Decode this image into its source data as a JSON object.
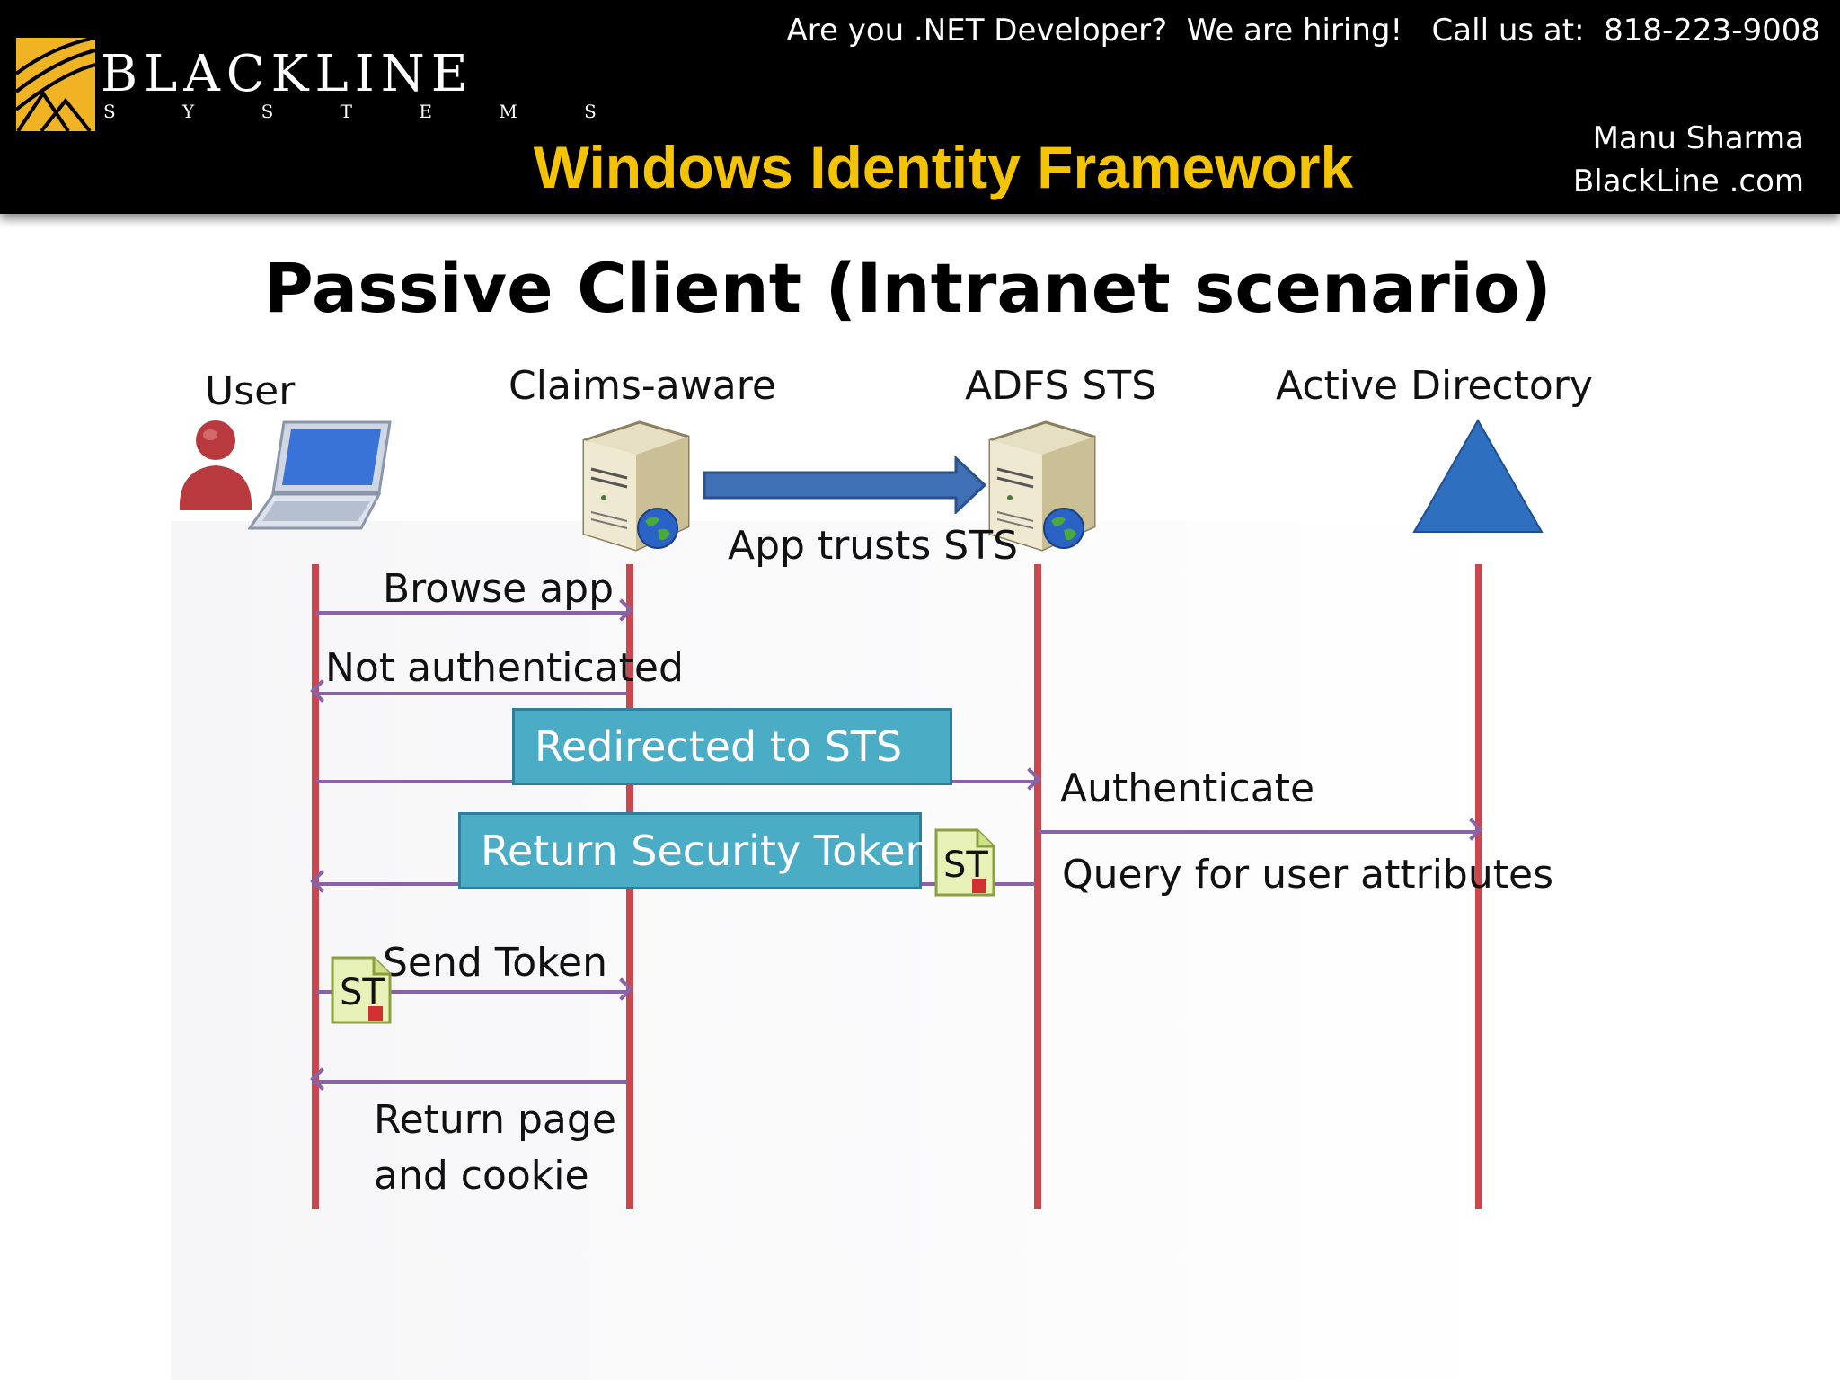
{
  "header": {
    "logo_name": "BLACKLINE",
    "logo_sub": "S Y S T E M S",
    "hiring": "Are you .NET Developer?  We are hiring!   Call us at:  818-223-9008",
    "deck_title": "Windows Identity Framework",
    "author": "Manu Sharma",
    "author_site": "BlackLine .com"
  },
  "slide_title": "Passive Client (Intranet scenario)",
  "actors": {
    "user": "User",
    "claims": "Claims-aware",
    "adfs": "ADFS STS",
    "ad": "Active Directory"
  },
  "labels": {
    "app_trusts": "App trusts STS",
    "browse": "Browse app",
    "not_auth": "Not authenticated",
    "redirected": "Redirected to STS",
    "authenticate": "Authenticate",
    "return_token": "Return Security Token",
    "query": "Query for user attributes",
    "send_token": "Send Token",
    "return_page_1": "Return page",
    "return_page_2": "and cookie",
    "token_abbr": "ST"
  },
  "icons": [
    "user-person-icon",
    "laptop-icon",
    "server-icon",
    "globe-icon",
    "trust-arrow-icon",
    "active-directory-triangle-icon",
    "token-document-icon"
  ],
  "colors": {
    "header_bg": "#000000",
    "deck_title": "#f5c400",
    "lifeline": "#c9474e",
    "message_arrow": "#8a62a8",
    "highlight_box": "#4bacc6",
    "trust_arrow": "#3f6fb5",
    "ad_triangle": "#2f6fc0"
  }
}
